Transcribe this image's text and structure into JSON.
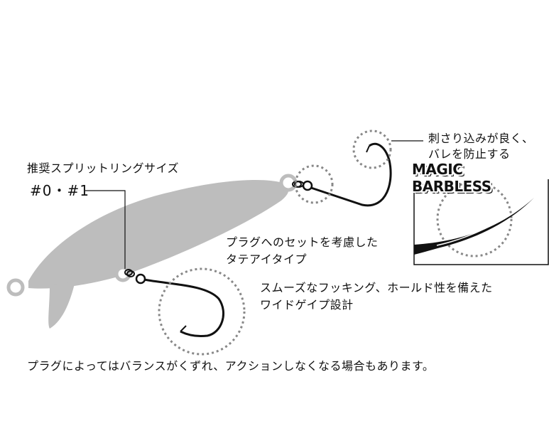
{
  "split_ring": {
    "label_line1": "推奨スプリットリングサイズ",
    "label_line2": "#0・#1"
  },
  "penetration": {
    "line1": "刺さり込みが良く、",
    "line2": "バレを防止する"
  },
  "badge": {
    "text": "MAGIC BARBLESS"
  },
  "eye": {
    "line1": "プラグへのセットを考慮した",
    "line2": "タテアイタイプ"
  },
  "gape": {
    "line1": "スムーズなフッキング、ホールド性を備えた",
    "line2": "ワイドゲイプ設計"
  },
  "footnote": "プラグによってはバランスがくずれ、アクションしなくなる場合もあります。",
  "colors": {
    "lure_body": "#bdbdbd",
    "line": "#111111",
    "dotted_circle": "#888888"
  }
}
